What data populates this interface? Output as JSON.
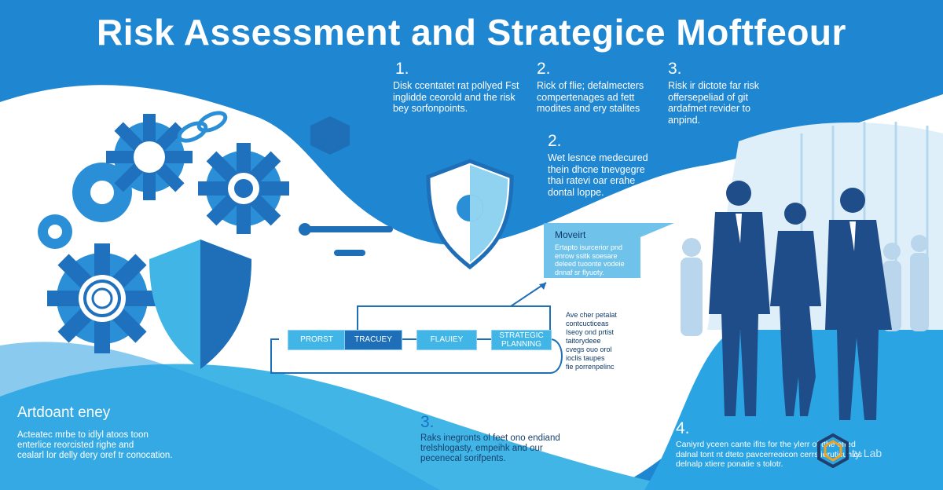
{
  "title": "Risk Assessment and Strategice Moftfeour",
  "top_sections": [
    {
      "number": "1.",
      "text": "Disk ccentatet rat pollyed Fst\ninglidde ceorold and the risk\nbey sorfonpoints."
    },
    {
      "number": "2.",
      "text": "Rick of flie; defalmecters\ncompertenages ad fett\nmodites and ery stalites"
    },
    {
      "number": "3.",
      "text": "Risk ir dictote far risk\noffersepeliad of git\nardafmet revider to\nanpind."
    }
  ],
  "middle_section": {
    "number": "2.",
    "text": "Wet lesnce medecured\nthein dhcne tnevgegre\nthai ratevi oar erahe\ndontal loppe."
  },
  "callout": {
    "title": "Moveirt",
    "text": "Ertapto isurcerior pnd\nenrow ssitk soesare\ndeleed tuoonte vodeie\ndnnaf sr flyuoty."
  },
  "flow_steps": [
    "PRORST",
    "TRACUEY",
    "FLAUIEY",
    "STRATEGIC PLANNING"
  ],
  "flow_notes": [
    "Ave cher petalat",
    "contcucticeas",
    "Iseoy ond prtist",
    "taitorydeee",
    "cvegs ouo orol",
    "ioclis taupes",
    "fie porrenpelinc"
  ],
  "bottom_left": {
    "title": "Artdoant eney",
    "text": "Acteatec mrbe to idlyl atoos toon\nenterlice reorcisted righe and\ncealarl lor delly dery oref tr conocation."
  },
  "bottom_middle": {
    "number": "3.",
    "text": "Raks inegronts ol feet ono endiand\ntrelshlogasty, empeihk and our\npecenecal sorifpents."
  },
  "bottom_right": {
    "number": "4.",
    "text": "Caniyrd yceen cante ifits for the ylerr of tthe ofted\ndalnal tont nt dteto pavcerreoicon cerrs ieruticuhics\ndelnalp xtiere ponatie s tolotr."
  },
  "brand": "ty Lab",
  "colors": {
    "background": "#1f86d1",
    "white_wave": "#ffffff",
    "light_blue": "#41b6e6",
    "navy": "#1f4d8a",
    "gear": "#2a8fd6"
  }
}
